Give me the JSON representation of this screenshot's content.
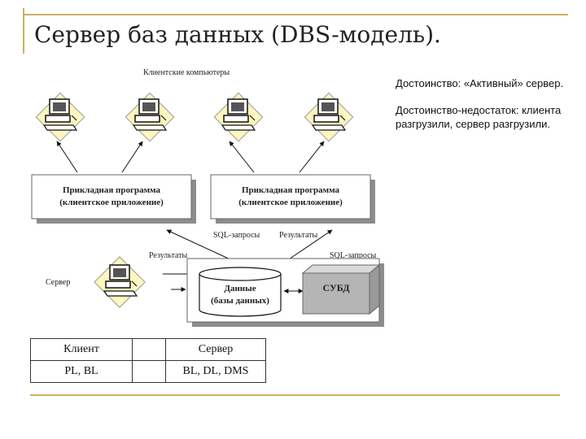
{
  "title": "Сервер баз данных (DBS-модель).",
  "notes": [
    "Достоинство: «Активный» сервер.",
    "Достоинство-недостаток: клиента разгрузили, сервер разгрузили."
  ],
  "diagram": {
    "clients_label": "Клиентские компьютеры",
    "app_box_line1": "Прикладная программа",
    "app_box_line2": "(клиентское приложение)",
    "sql_requests_mid": "SQL-запросы",
    "results_mid": "Результаты",
    "results_left": "Результаты",
    "sql_requests_right": "SQL-запросы",
    "server_label": "Сервер",
    "data_line1": "Данные",
    "data_line2": "(базы данных)",
    "dbms_label": "СУБД"
  },
  "table": {
    "row1": [
      "Клиент",
      "",
      "Сервер"
    ],
    "row2": [
      "PL, BL",
      "",
      "BL, DL, DMS"
    ]
  },
  "colors": {
    "accent": "#c9b25b",
    "highlight": "#fdf6c0",
    "shadow": "#8c8c8c",
    "dbms_face": "#b5b5b5"
  }
}
